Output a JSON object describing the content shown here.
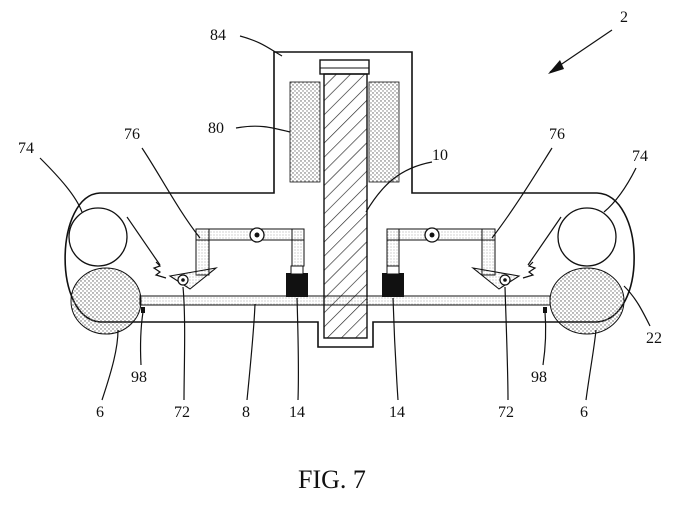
{
  "figure": {
    "caption": "FIG. 7",
    "labels": {
      "ref_2": "2",
      "ref_84": "84",
      "ref_80": "80",
      "ref_76_left": "76",
      "ref_76_right": "76",
      "ref_74_left": "74",
      "ref_74_right": "74",
      "ref_10": "10",
      "ref_22": "22",
      "ref_98_left": "98",
      "ref_98_right": "98",
      "ref_6_left": "6",
      "ref_6_right": "6",
      "ref_72_left": "72",
      "ref_72_right": "72",
      "ref_8": "8",
      "ref_14_left": "14",
      "ref_14_right": "14"
    }
  }
}
